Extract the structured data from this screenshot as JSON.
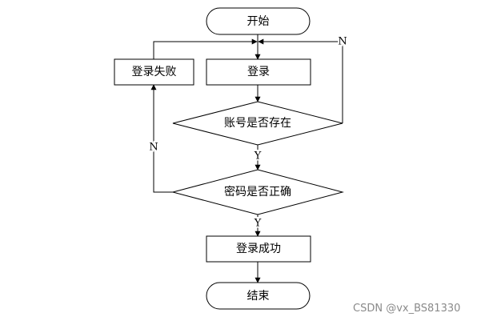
{
  "nodes": {
    "start": "开始",
    "login": "登录",
    "login_fail": "登录失败",
    "check_account": "账号是否存在",
    "check_password": "密码是否正确",
    "login_success": "登录成功",
    "end": "结束"
  },
  "branch_labels": {
    "account_no": "N",
    "account_yes": "Y",
    "password_no": "N",
    "password_yes": "Y"
  },
  "watermark": "CSDN @vx_BS81330",
  "colors": {
    "line": "#000000",
    "watermark": "#8a8a8a"
  }
}
